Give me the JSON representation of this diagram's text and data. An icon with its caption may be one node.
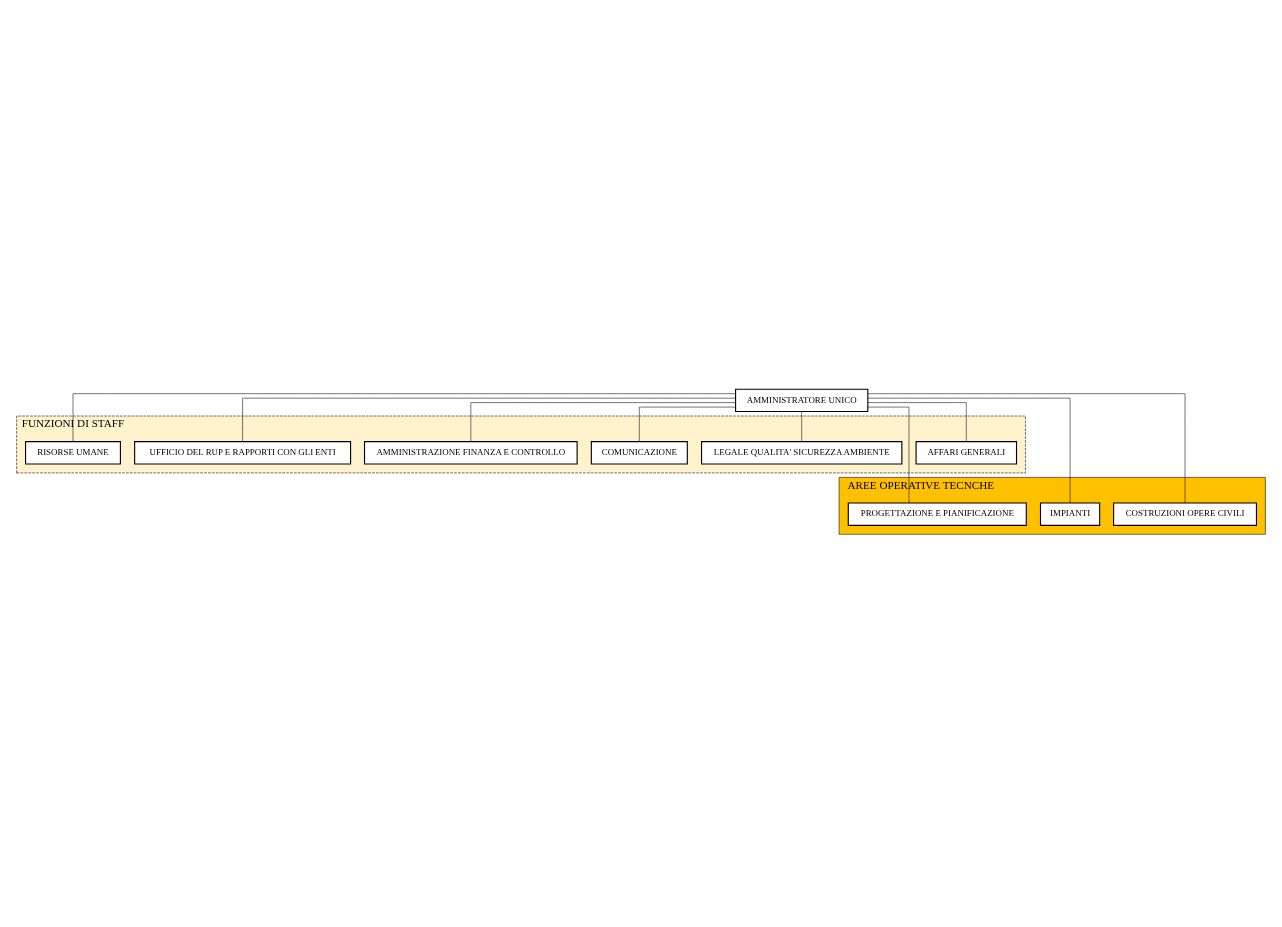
{
  "diagram": {
    "nodes": [
      {
        "text": [
          "AMMINISTRATORE UNICO"
        ]
      },
      {
        "text": [
          "FUNZIONI DI STAFF"
        ]
      },
      {
        "text": [
          "AFFARI GENERALI"
        ],
        "in": 1
      },
      {
        "text": [
          "LEGALE QUALITA' SICUREZZA AMBIENTE"
        ],
        "in": 1
      },
      {
        "text": [
          "COMUNICAZIONE"
        ],
        "in": 1
      },
      {
        "text": [
          "AMMINISTRAZIONE FINANZA E CONTROLLO"
        ],
        "in": 1
      },
      {
        "text": [
          "UFFICIO DEL RUP E RAPPORTI CON GLI ENTI"
        ],
        "in": 1
      },
      {
        "text": [
          "RISORSE UMANE"
        ],
        "in": 1
      },
      {
        "text": [
          "AREE OPERATIVE TECNCHE"
        ]
      },
      {
        "text": [
          "PROGETTAZIONE E PIANIFICAZIONE"
        ],
        "in": 8
      },
      {
        "text": [
          "IMPIANTI"
        ],
        "in": 8
      },
      {
        "text": [
          "COSTRUZIONI OPERE CIVILI"
        ],
        "in": 8
      }
    ],
    "edges": [
      {
        "from": 0,
        "to": 2,
        "arrow": "none"
      },
      {
        "from": 0,
        "to": 3,
        "arrow": "none"
      },
      {
        "from": 0,
        "to": 4,
        "arrow": "none"
      },
      {
        "from": 0,
        "to": 5,
        "arrow": "none"
      },
      {
        "from": 0,
        "to": 6,
        "arrow": "none"
      },
      {
        "from": 0,
        "to": 7,
        "arrow": "none"
      },
      {
        "from": 0,
        "to": 9,
        "arrow": "none"
      },
      {
        "from": 0,
        "to": 10,
        "arrow": "none"
      },
      {
        "from": 0,
        "to": 11,
        "arrow": "none"
      }
    ]
  }
}
